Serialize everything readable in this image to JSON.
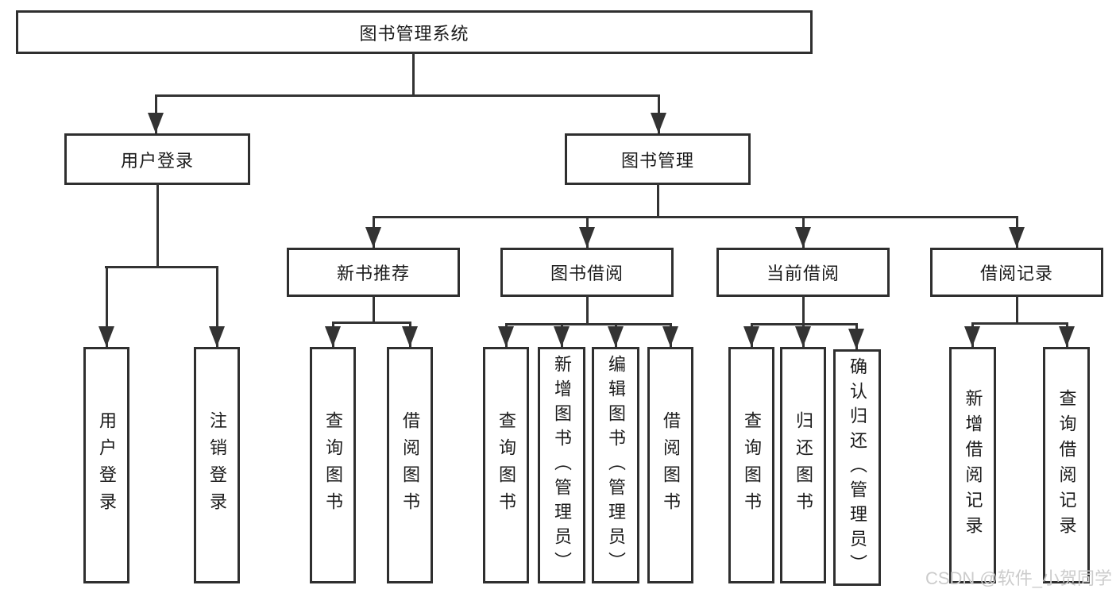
{
  "diagram": {
    "root": {
      "label": "图书管理系统"
    },
    "branches": [
      {
        "label": "用户登录",
        "children": [
          {
            "label": "用户登录"
          },
          {
            "label": "注销登录"
          }
        ]
      },
      {
        "label": "图书管理",
        "children": [
          {
            "label": "新书推荐",
            "children": [
              {
                "label": "查询图书"
              },
              {
                "label": "借阅图书"
              }
            ]
          },
          {
            "label": "图书借阅",
            "children": [
              {
                "label": "查询图书"
              },
              {
                "label": "新增图书（管理员）"
              },
              {
                "label": "编辑图书（管理员）"
              },
              {
                "label": "借阅图书"
              }
            ]
          },
          {
            "label": "当前借阅",
            "children": [
              {
                "label": "查询图书"
              },
              {
                "label": "归还图书"
              },
              {
                "label": "确认归还（管理员）"
              }
            ]
          },
          {
            "label": "借阅记录",
            "children": [
              {
                "label": "新增借阅记录"
              },
              {
                "label": "查询借阅记录"
              }
            ]
          }
        ]
      }
    ]
  },
  "watermark": {
    "text": "CSDN @软件_小贺同学"
  },
  "colors": {
    "line": "#333333",
    "text": "#1b1b1b",
    "background": "#ffffff",
    "watermark": "#cccccc"
  }
}
